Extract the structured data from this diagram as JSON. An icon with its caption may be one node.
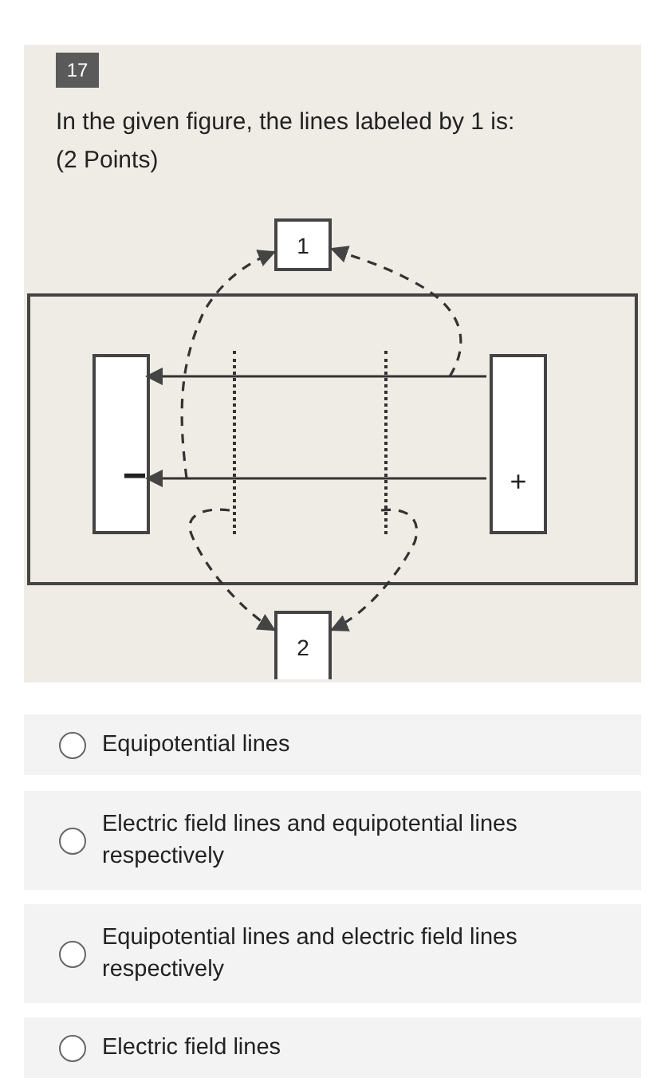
{
  "diagram": {
    "nodes": [
      {
        "text": [],
        "shape": "box"
      },
      {
        "text": [
          "−"
        ],
        "in": 0
      },
      {
        "text": [
          "+"
        ],
        "in": 0
      },
      {
        "text": [
          "1"
        ]
      },
      {
        "text": [
          "2"
        ]
      },
      {
        "text": [],
        "shape": "line",
        "in": 0
      },
      {
        "text": [],
        "shape": "line",
        "in": 0
      }
    ],
    "edges": [
      {
        "from": 2,
        "to": 1,
        "arrow": "to"
      },
      {
        "from": 2,
        "to": 1,
        "arrow": "to"
      },
      {
        "from": null,
        "to": 3,
        "arrow": "to",
        "style": "dashed"
      },
      {
        "from": null,
        "to": 3,
        "arrow": "to",
        "style": "dashed"
      },
      {
        "from": 5,
        "to": 4,
        "arrow": "to",
        "style": "dashed"
      },
      {
        "from": 6,
        "to": 4,
        "arrow": "to",
        "style": "dashed"
      }
    ],
    "labels": [
      "17",
      "In the given figure, the lines labeled by 1 is:",
      "(2 Points)",
      "Equipotential lines",
      "Electric field lines and equipotential lines respectively",
      "Equipotential lines and electric field lines respectively",
      "Electric field lines"
    ]
  }
}
